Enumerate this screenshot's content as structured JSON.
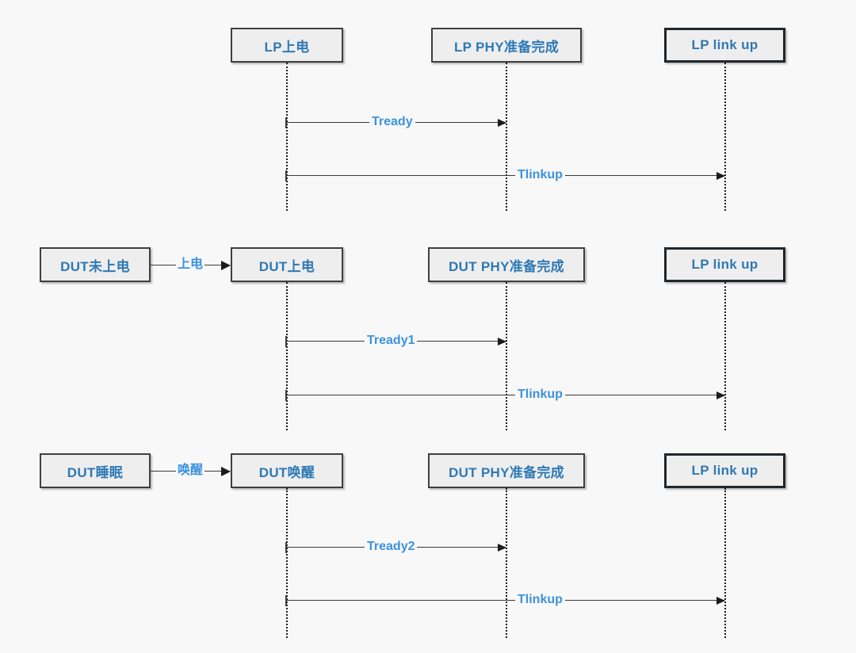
{
  "diagram": {
    "type": "sequence-diagram",
    "background_color": "#f8f8f8",
    "node_fill_color": "#eeeeee",
    "node_border_color": "#3f3f3f",
    "node_text_color": "#2e79b5",
    "message_label_color": "#3b93de",
    "line_color": "#3a3a3a",
    "groups": [
      {
        "id": "lp-power-on",
        "nodes": [
          {
            "id": "lp-power-on-node",
            "label": "LP上电",
            "emphasis": false
          },
          {
            "id": "lp-phy-ready",
            "label": "LP PHY准备完成",
            "emphasis": false
          },
          {
            "id": "lp-link-up",
            "label": "LP link up",
            "emphasis": true
          }
        ],
        "trigger": null,
        "messages": [
          {
            "id": "tready",
            "label": "Tready",
            "from": "lp-power-on-node",
            "to": "lp-phy-ready"
          },
          {
            "id": "tlinkup",
            "label": "Tlinkup",
            "from": "lp-power-on-node",
            "to": "lp-link-up"
          }
        ]
      },
      {
        "id": "dut-power-on",
        "nodes": [
          {
            "id": "dut-power-on-node",
            "label": "DUT上电",
            "emphasis": false
          },
          {
            "id": "dut-phy-ready-1",
            "label": "DUT PHY准备完成",
            "emphasis": false
          },
          {
            "id": "lp-link-up-2",
            "label": "LP link up",
            "emphasis": true
          }
        ],
        "trigger": {
          "source_label": "DUT未上电",
          "arrow_label": "上电",
          "target": "dut-power-on-node"
        },
        "messages": [
          {
            "id": "tready1",
            "label": "Tready1",
            "from": "dut-power-on-node",
            "to": "dut-phy-ready-1"
          },
          {
            "id": "tlinkup2",
            "label": "Tlinkup",
            "from": "dut-power-on-node",
            "to": "lp-link-up-2"
          }
        ]
      },
      {
        "id": "dut-wakeup",
        "nodes": [
          {
            "id": "dut-wakeup-node",
            "label": "DUT唤醒",
            "emphasis": false
          },
          {
            "id": "dut-phy-ready-2",
            "label": "DUT PHY准备完成",
            "emphasis": false
          },
          {
            "id": "lp-link-up-3",
            "label": "LP link up",
            "emphasis": true
          }
        ],
        "trigger": {
          "source_label": "DUT睡眠",
          "arrow_label": "唤醒",
          "target": "dut-wakeup-node"
        },
        "messages": [
          {
            "id": "tready2",
            "label": "Tready2",
            "from": "dut-wakeup-node",
            "to": "dut-phy-ready-2"
          },
          {
            "id": "tlinkup3",
            "label": "Tlinkup",
            "from": "dut-wakeup-node",
            "to": "lp-link-up-3"
          }
        ]
      }
    ]
  }
}
